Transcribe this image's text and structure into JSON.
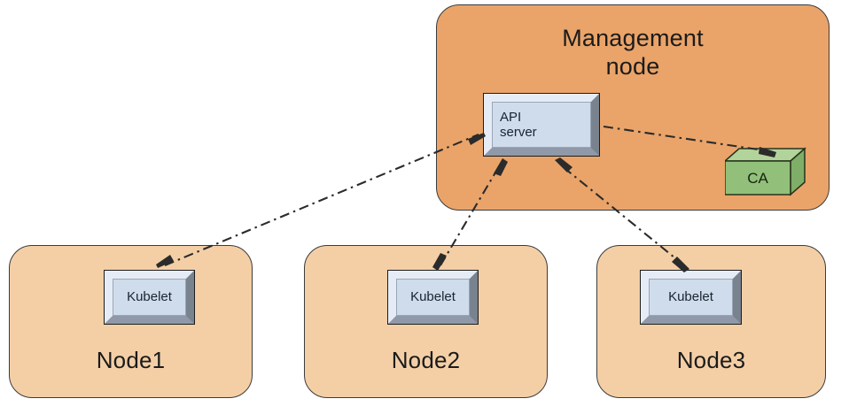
{
  "diagram": {
    "title_text_present": false,
    "colors": {
      "management_fill": "#eaa469",
      "node_fill": "#f4cfa6",
      "component_fill": "#cfdcec",
      "component_frame_light": "#e6ecf5",
      "component_frame_dark": "#79838f",
      "ca_top": "#b2d49a",
      "ca_front": "#92c07a",
      "ca_side": "#7fae68",
      "outline": "#3b3b3b",
      "connector": "#2b2b2b",
      "background": "#ffffff"
    },
    "management_node": {
      "label": "Management\nnode",
      "api_server": {
        "label": "API\nserver"
      },
      "ca": {
        "label": "CA"
      }
    },
    "worker_nodes": [
      {
        "label": "Node1",
        "component": {
          "label": "Kubelet"
        }
      },
      {
        "label": "Node2",
        "component": {
          "label": "Kubelet"
        }
      },
      {
        "label": "Node3",
        "component": {
          "label": "Kubelet"
        }
      }
    ],
    "connections": [
      {
        "from": "Node1 Kubelet",
        "to": "API server",
        "style": "dash-dot",
        "arrows": "both"
      },
      {
        "from": "Node2 Kubelet",
        "to": "API server",
        "style": "dash-dot",
        "arrows": "both"
      },
      {
        "from": "Node3 Kubelet",
        "to": "API server",
        "style": "dash-dot",
        "arrows": "both"
      },
      {
        "from": "API server",
        "to": "CA",
        "style": "dash-dot",
        "arrows": "to-target"
      }
    ]
  }
}
